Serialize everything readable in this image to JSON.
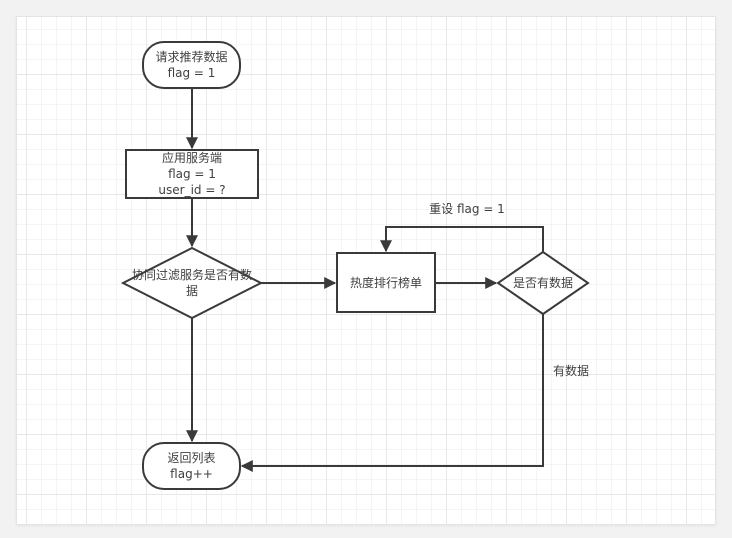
{
  "diagram": {
    "nodes": {
      "start": {
        "shape": "terminator",
        "line1": "请求推荐数据",
        "line2": "flag = 1"
      },
      "app_server": {
        "shape": "process",
        "line1": "应用服务端",
        "line2": "flag = 1",
        "line3": "user_id = ?"
      },
      "cf_check": {
        "shape": "decision",
        "line1": "协同过滤服务是否有数",
        "line2": "据"
      },
      "hot_list": {
        "shape": "process",
        "line1": "热度排行榜单"
      },
      "data_check": {
        "shape": "decision",
        "line1": "是否有数据"
      },
      "return_list": {
        "shape": "terminator",
        "line1": "返回列表",
        "line2": "flag++"
      }
    },
    "edge_labels": {
      "reset_flag": "重设 flag = 1",
      "has_data": "有数据"
    },
    "colors": {
      "stroke": "#3a3a3a",
      "text": "#404040",
      "page_bg": "#ffffff",
      "canvas_bg": "#f2f2f2",
      "grid_minor": "#f4f4f6",
      "grid_major": "#e8e8eb"
    }
  }
}
